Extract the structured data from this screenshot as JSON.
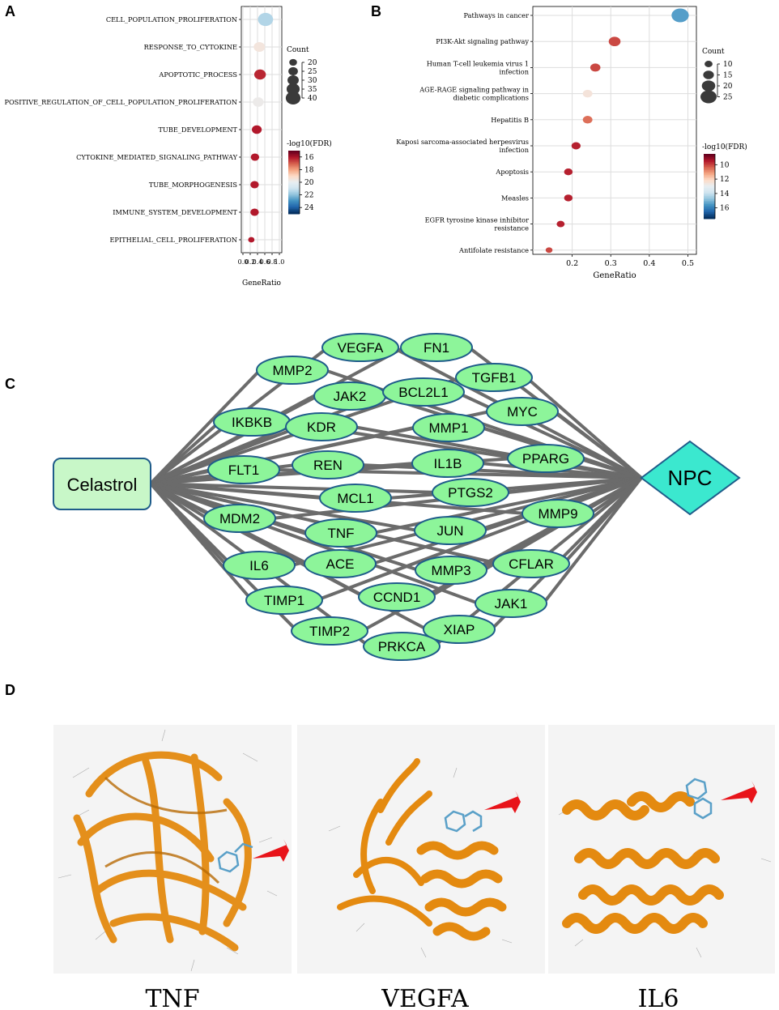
{
  "panels": [
    "A",
    "B",
    "C",
    "D"
  ],
  "colors": {
    "grid": "#d9d9d9",
    "node_fill": "#8df59a",
    "node_stroke": "#1f5c8a",
    "edge": "#6b6b6b",
    "celastrol_fill": "#c8f7c8",
    "npc_fill": "#3be8cf",
    "ribbon": "#e48a10",
    "arrow": "#e8141a"
  },
  "chart_data": [
    {
      "type": "scatter",
      "panel": "A",
      "categories": [
        "CELL_POPULATION_PROLIFERATION",
        "RESPONSE_TO_CYTOKINE",
        "APOPTOTIC_PROCESS",
        "POSITIVE_REGULATION_OF_CELL_POPULATION_PROLIFERATION",
        "TUBE_DEVELOPMENT",
        "CYTOKINE_MEDIATED_SIGNALING_PATHWAY",
        "TUBE_MORPHOGENESIS",
        "IMMUNE_SYSTEM_DEVELOPMENT",
        "EPITHELIAL_CELL_PROLIFERATION"
      ],
      "x": [
        0.62,
        0.45,
        0.47,
        0.42,
        0.38,
        0.33,
        0.32,
        0.32,
        0.23
      ],
      "count": [
        41,
        30,
        31,
        29,
        26,
        22,
        22,
        22,
        16
      ],
      "neglog10_fdr": [
        21.5,
        19.5,
        16.2,
        19.8,
        16.0,
        16.0,
        16.0,
        16.0,
        16.0
      ],
      "xlabel": "GeneRatio",
      "xticks": [
        "0.0",
        "0.2",
        "0.4",
        "0.6",
        "0.8",
        "1.0"
      ],
      "xlim": [
        0,
        1
      ],
      "size_legend": {
        "title": "Count",
        "values": [
          "20",
          "25",
          "30",
          "35",
          "40"
        ]
      },
      "color_legend": {
        "title": "-log10(FDR)",
        "ticks": [
          "16",
          "18",
          "20",
          "22",
          "24"
        ],
        "range": [
          15,
          25
        ]
      },
      "grid": true
    },
    {
      "type": "scatter",
      "panel": "B",
      "categories": [
        "Pathways in cancer",
        "PI3K-Akt signaling pathway",
        "Human T-cell leukemia virus 1 infection",
        "AGE-RAGE signaling pathway in diabetic complications",
        "Hepatitis B",
        "Kaposi sarcoma-associated herpesvirus infection",
        "Apoptosis",
        "Measles",
        "EGFR tyrosine kinase inhibitor resistance",
        "Antifolate resistance"
      ],
      "category_lines": [
        [
          "Pathways in cancer"
        ],
        [
          "PI3K-Akt signaling pathway"
        ],
        [
          "Human T-cell leukemia virus 1",
          "infection"
        ],
        [
          "AGE-RAGE signaling pathway in",
          "diabetic complications"
        ],
        [
          "Hepatitis B"
        ],
        [
          "Kaposi sarcoma-associated herpesvirus",
          "infection"
        ],
        [
          "Apoptosis"
        ],
        [
          "Measles"
        ],
        [
          "EGFR tyrosine kinase inhibitor",
          "resistance"
        ],
        [
          "Antifolate resistance"
        ]
      ],
      "x": [
        0.48,
        0.31,
        0.26,
        0.24,
        0.24,
        0.21,
        0.19,
        0.19,
        0.17,
        0.14
      ],
      "count": [
        27,
        17,
        14,
        13,
        13,
        12,
        11,
        11,
        10,
        8
      ],
      "neglog10_fdr": [
        15.5,
        10.0,
        10.0,
        12.5,
        10.5,
        9.5,
        9.5,
        9.5,
        9.5,
        10.0
      ],
      "xlabel": "GeneRatio",
      "xticks": [
        "0.2",
        "0.3",
        "0.4",
        "0.5"
      ],
      "xlim": [
        0.1,
        0.52
      ],
      "size_legend": {
        "title": "Count",
        "values": [
          "10",
          "15",
          "20",
          "25"
        ]
      },
      "color_legend": {
        "title": "-log10(FDR)",
        "ticks": [
          "10",
          "12",
          "14",
          "16"
        ],
        "range": [
          8.5,
          17.5
        ]
      },
      "grid": true
    }
  ],
  "network": {
    "source": "Celastrol",
    "target": "NPC",
    "nodes": [
      "VEGFA",
      "FN1",
      "MMP2",
      "TGFB1",
      "JAK2",
      "BCL2L1",
      "MYC",
      "IKBKB",
      "KDR",
      "MMP1",
      "PPARG",
      "FLT1",
      "REN",
      "IL1B",
      "MCL1",
      "PTGS2",
      "MDM2",
      "MMP9",
      "TNF",
      "JUN",
      "IL6",
      "ACE",
      "MMP3",
      "CFLAR",
      "TIMP1",
      "CCND1",
      "JAK1",
      "TIMP2",
      "XIAP",
      "PRKCA"
    ]
  },
  "docking": {
    "labels": [
      "TNF",
      "VEGFA",
      "IL6"
    ]
  }
}
